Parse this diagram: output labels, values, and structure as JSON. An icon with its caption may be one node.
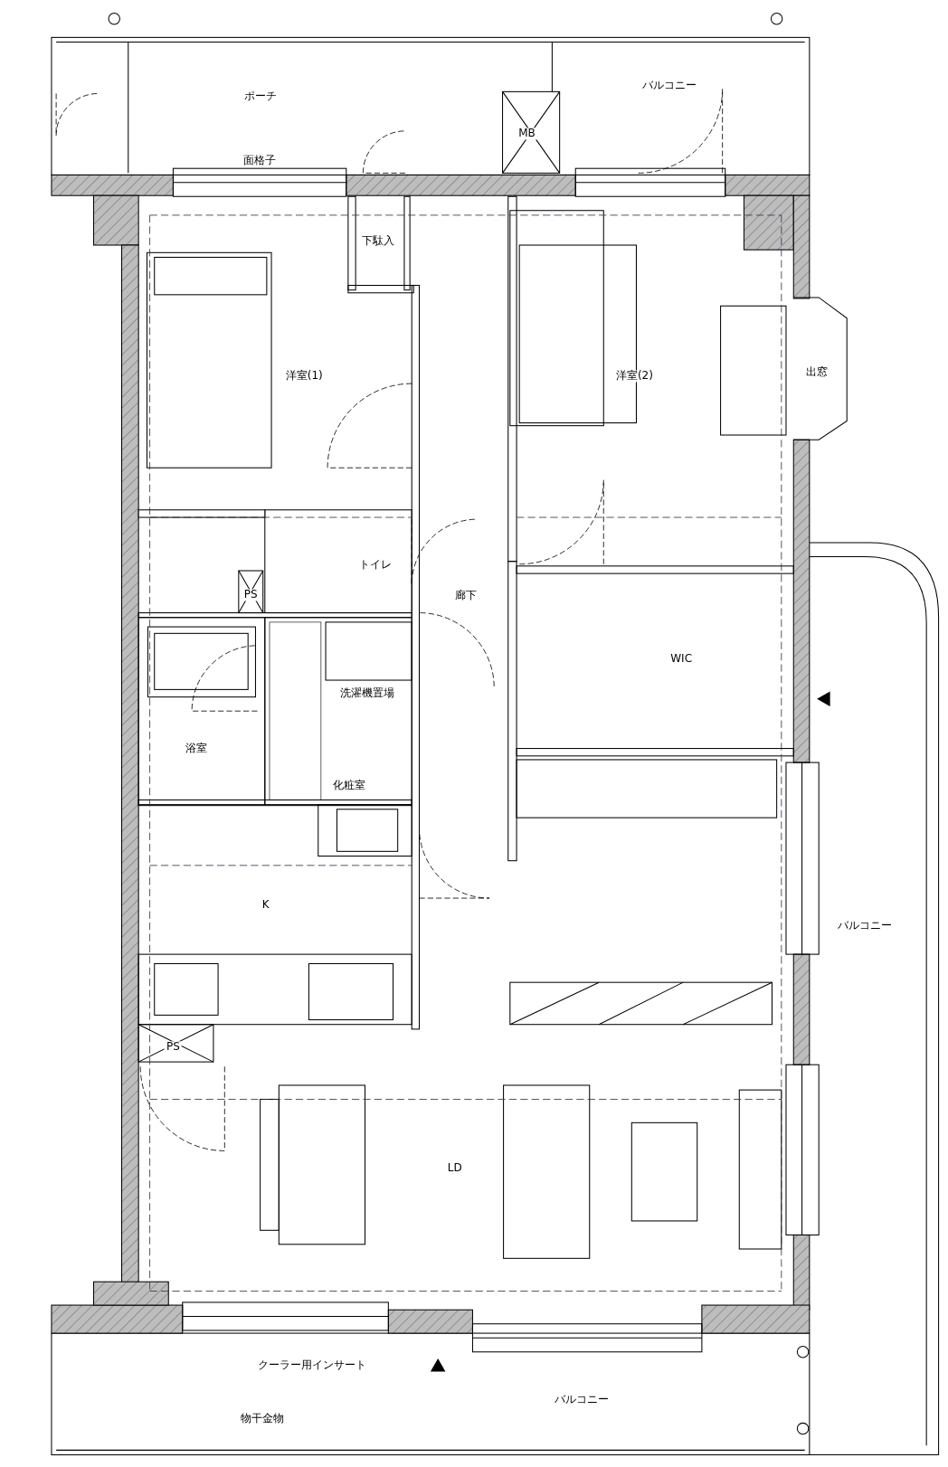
{
  "diagram": {
    "labels": [
      "バルコニー",
      "ポーチ",
      "MB",
      "面格子",
      "下駄入",
      "洋室(1)",
      "洋室(2)",
      "出窓",
      "トイレ",
      "PS",
      "廊下",
      "WIC",
      "洗濯機置場",
      "浴室",
      "化粧室",
      "K",
      "バルコニー",
      "PS",
      "LD",
      "クーラー用インサート",
      "バルコニー",
      "物干金物"
    ]
  }
}
